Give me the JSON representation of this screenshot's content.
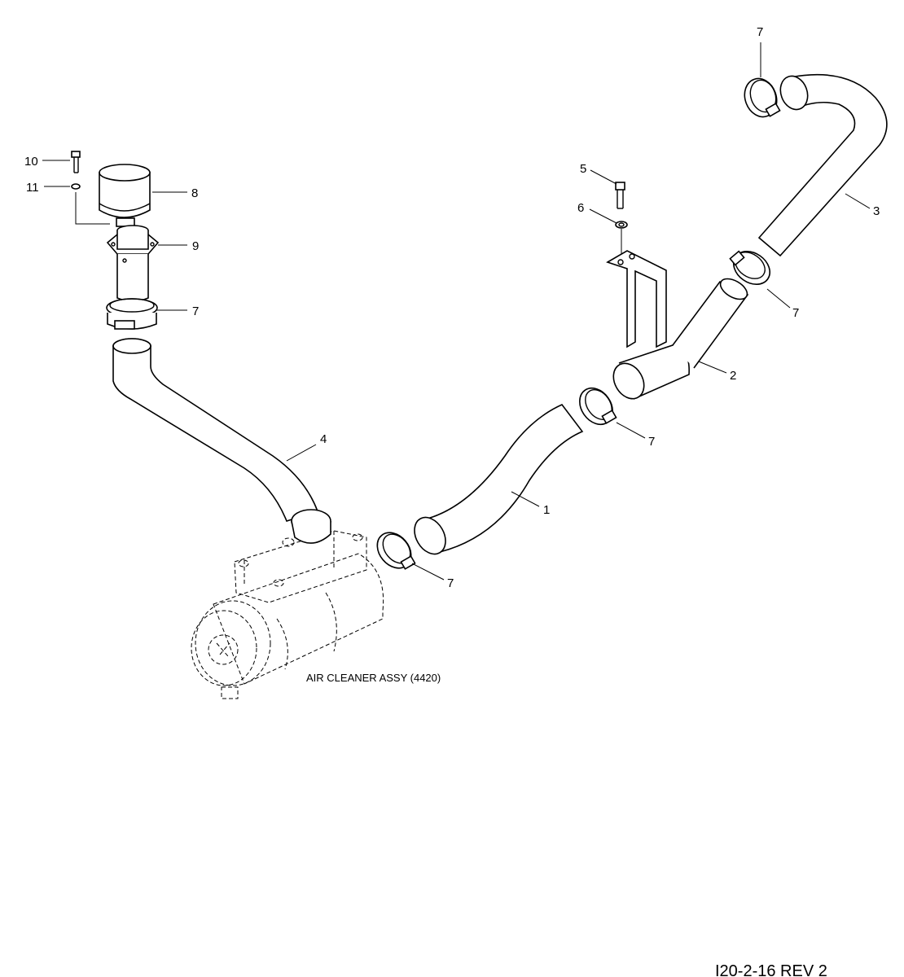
{
  "callouts": {
    "c10": "10",
    "c11": "11",
    "c8": "8",
    "c9": "9",
    "c7_cap": "7",
    "c4": "4",
    "c7_cleaner": "7",
    "c1": "1",
    "c7_mid": "7",
    "c2": "2",
    "c5": "5",
    "c6": "6",
    "c7_right": "7",
    "c3": "3",
    "c7_top": "7"
  },
  "caption": "AIR CLEANER ASSY (4420)",
  "drawing_number": "I20-2-16 REV 2"
}
